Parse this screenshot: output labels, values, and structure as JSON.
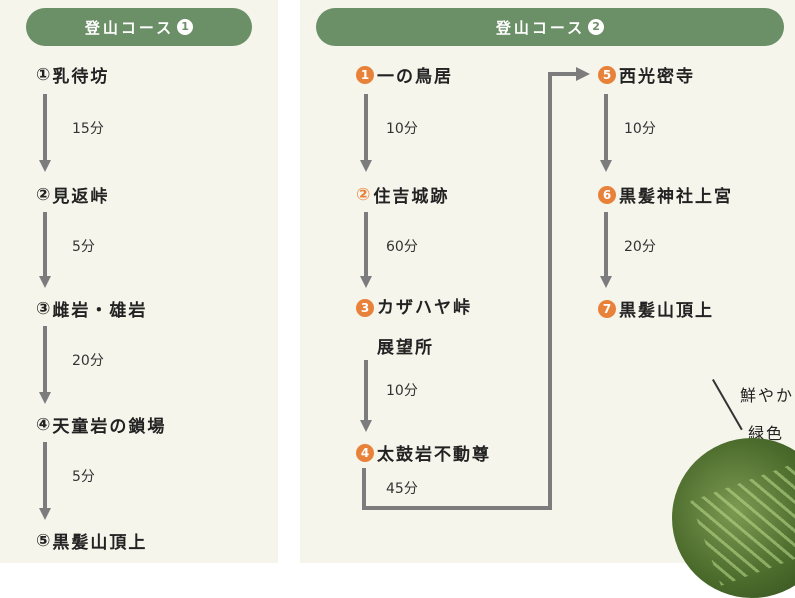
{
  "course1": {
    "title": "登山コース",
    "title_num": "1",
    "stops": [
      {
        "num": "①",
        "name": "乳待坊"
      },
      {
        "num": "②",
        "name": "見返峠"
      },
      {
        "num": "③",
        "name": "雌岩・雄岩"
      },
      {
        "num": "④",
        "name": "天童岩の鎖場"
      },
      {
        "num": "⑤",
        "name": "黒髪山頂上"
      }
    ],
    "times": [
      "15分",
      "5分",
      "20分",
      "5分"
    ]
  },
  "course2": {
    "title": "登山コース",
    "title_num": "2",
    "stops": [
      {
        "num": "1",
        "name": "一の鳥居"
      },
      {
        "num": "②",
        "name": "住吉城跡"
      },
      {
        "num": "3",
        "name": "カザハヤ峠",
        "name2": "展望所"
      },
      {
        "num": "4",
        "name": "太鼓岩不動尊"
      },
      {
        "num": "5",
        "name": "西光密寺"
      },
      {
        "num": "6",
        "name": "黒髪神社上宮"
      },
      {
        "num": "7",
        "name": "黒髪山頂上"
      }
    ],
    "times": [
      "10分",
      "60分",
      "10分",
      "45分",
      "10分",
      "20分"
    ]
  },
  "callout": {
    "line1": "鮮やか",
    "line2": "緑色"
  },
  "colors": {
    "header_green": "#6b8f66",
    "accent_orange": "#e8823a",
    "arrow_gray": "#7c7c7c",
    "panel_bg": "#f6f5ec"
  }
}
